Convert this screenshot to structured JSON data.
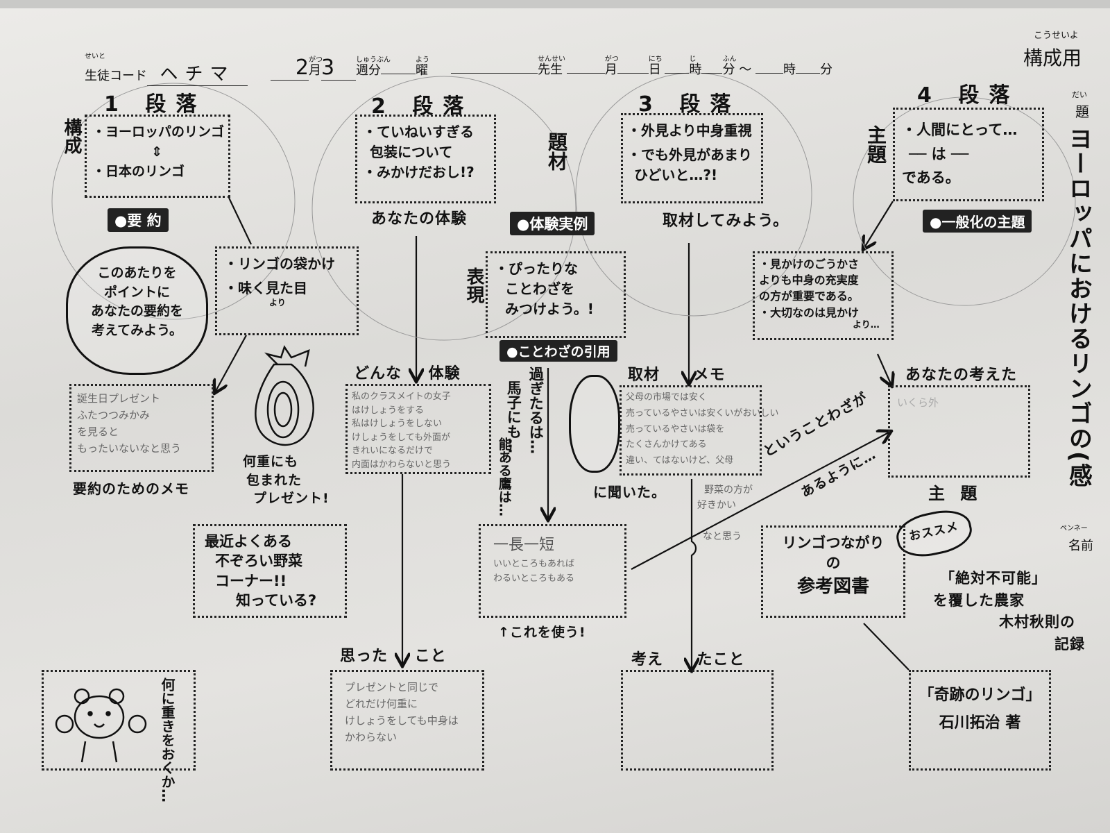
{
  "header": {
    "student_code_ruby": "せいと",
    "student_code_label": "生徒コード",
    "student_code_value": "ヘチマ",
    "month_value": "2",
    "month_ruby": "がつ",
    "month_label": "月",
    "week_value": "3",
    "week_ruby": "しゅうぶん",
    "week_label": "週分",
    "day_ruby": "よう",
    "day_label": "曜",
    "teacher_ruby": "せんせい",
    "teacher_label": "先生",
    "date_month_ruby": "がつ",
    "date_month_label": "月",
    "date_day_ruby": "にち",
    "date_day_label": "日",
    "hour_ruby": "じ",
    "hour_label": "時",
    "min_ruby": "ふん",
    "min_label": "分",
    "tilde": "〜",
    "hour2_label": "時",
    "min2_label": "分",
    "sheet_title_ruby": "こうせいよ",
    "sheet_title": "構成用"
  },
  "title_side": {
    "ruby": "だい",
    "label": "題",
    "value": "ヨーロッパにおけるリンゴの(感",
    "penname_label": "ペンネー",
    "name_label": "名前"
  },
  "paragraphs": [
    {
      "heading": "1 段落",
      "side_label": "構成",
      "lines": [
        "・ヨーロッパのリンゴ",
        "⇕",
        "・日本のリンゴ"
      ]
    },
    {
      "heading": "2 段落",
      "side_label": "題材",
      "lines": [
        "・ていねいすぎる",
        "包装について",
        "・みかけだおし!?"
      ]
    },
    {
      "heading": "3 段落",
      "lines": [
        "・外見より中身重視",
        "・でも外見があまり",
        "ひどいと…?!"
      ]
    },
    {
      "heading": "4 段落",
      "side_label": "主題",
      "lines": [
        "・人間にとって…",
        "── は ──",
        "である。"
      ]
    }
  ],
  "col1": {
    "summary_bar": "●要 約",
    "cloud_lines": [
      "このあたりを",
      "ポイントに",
      "あなたの要約を",
      "考えてみよう。"
    ],
    "box_lines": [
      "・リンゴの袋かけ",
      "・味く見た目",
      "より"
    ],
    "memo_lines": [
      "誕生日プレゼント",
      "ふたつつみかみ",
      "を見ると",
      "もったいないなと思う"
    ],
    "memo_caption": "要約のためのメモ",
    "gift_caption": [
      "何重にも",
      "包まれた",
      "プレゼント!"
    ],
    "veg_box": [
      "最近よくある",
      "不ぞろい野菜",
      "コーナー!!",
      "知っている?"
    ],
    "bear_note": "何に重きをおくか…"
  },
  "col2": {
    "your_experience": "あなたの体験",
    "experience_label": "どんな 体験",
    "experience_memo": [
      "私のクラスメイトの女子",
      "はけしょうをする",
      "私はけしょうをしない",
      "けしょうをしても外面が",
      "きれいになるだけで",
      "内面はかわらないと思う"
    ],
    "thought_label": "思った こと",
    "thought_memo": [
      "プレゼントと同じで",
      "どれだけ何重に",
      "けしょうをしても中身は",
      "かわらない"
    ]
  },
  "col2b": {
    "example_bar": "●体験実例",
    "expression_label": "表現",
    "proverb_box": [
      "・ぴったりな",
      "ことわざを",
      "みつけよう。!"
    ],
    "proverb_bar": "●ことわざの引用",
    "proverbs": [
      "過ぎたるは…",
      "馬子にも…",
      "能ある鷹は…"
    ],
    "chosen_box_title": "一長一短",
    "chosen_box_lines": [
      "いいところもあれば",
      "わるいところもある"
    ],
    "use_this": "↑これを使う!"
  },
  "col3": {
    "interview_prompt": "取材してみよう。",
    "interview_label": "取材 メモ",
    "interview_memo": [
      "父母の市場では安く",
      "売っているやさいは安くいがおいしい",
      "売っているやさいは袋を",
      "たくさんかけてある",
      "違い、てはないけど、父母"
    ],
    "heard": "に聞いた。",
    "pencil_note": [
      "野菜の方が",
      "好きかい",
      "なと思う"
    ],
    "diag_text": "ということわざが",
    "diag_text2": "あるように…",
    "thought_label": "考え たこと"
  },
  "col4": {
    "general_bar": "●一般化の主題",
    "general_box": [
      "・見かけのごうかさ",
      "よりも中身の充実度",
      "の方が重要である。",
      "・大切なのは見かけ",
      "より…"
    ],
    "your_theme_label": "あなたの考えた",
    "your_theme_memo": "いくら外",
    "theme_caption": "主 題",
    "recommend": "おススメ",
    "book_box": [
      "リンゴつながり",
      "の",
      "参考図書"
    ],
    "book_note": [
      "「絶対不可能」",
      "を覆した農家",
      "木村秋則の",
      "記録"
    ],
    "book_title_box": [
      "「奇跡のリンゴ」",
      "石川拓治 著"
    ]
  }
}
